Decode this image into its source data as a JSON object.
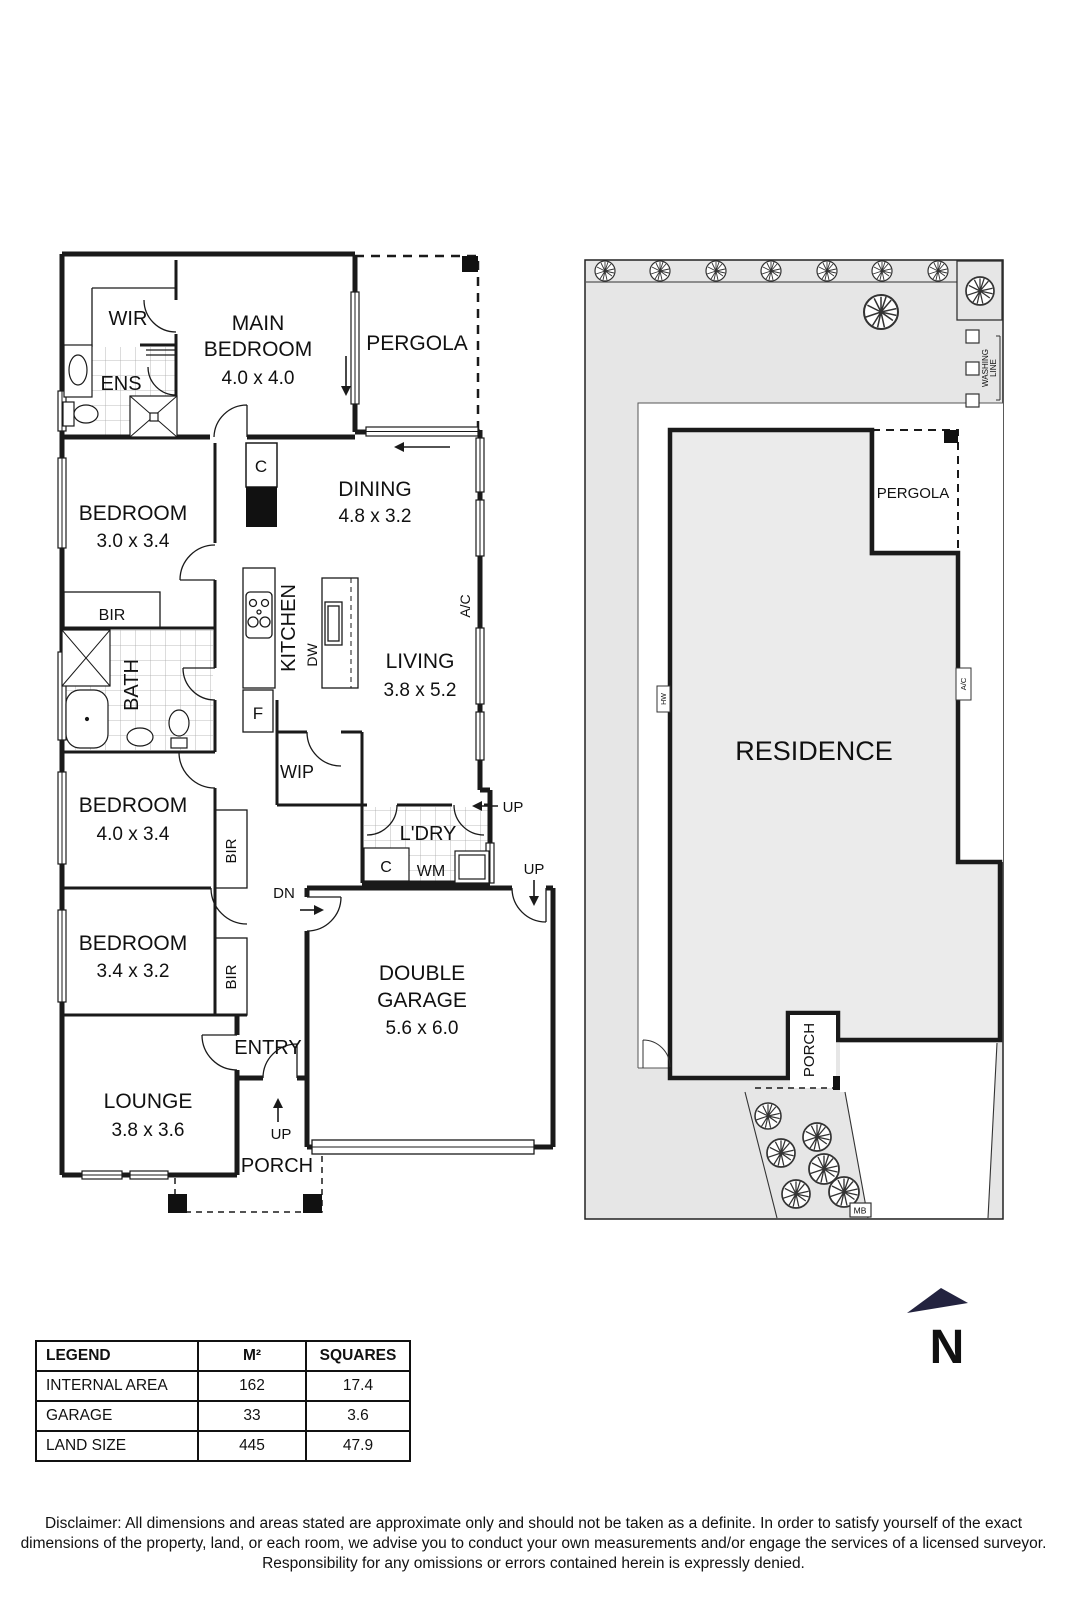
{
  "floorplan": {
    "rooms": {
      "wir": {
        "label": "WIR"
      },
      "ens": {
        "label": "ENS"
      },
      "main_bedroom": {
        "lines": [
          "MAIN",
          "BEDROOM"
        ],
        "dims": "4.0 x 4.0"
      },
      "pergola": {
        "label": "PERGOLA"
      },
      "bedroom2": {
        "label": "BEDROOM",
        "dims": "3.0 x 3.4"
      },
      "dining": {
        "label": "DINING",
        "dims": "4.8 x 3.2"
      },
      "bath": {
        "label": "BATH"
      },
      "kitchen": {
        "label": "KITCHEN"
      },
      "living": {
        "label": "LIVING",
        "dims": "3.8 x 5.2"
      },
      "wip": {
        "label": "WIP"
      },
      "bedroom3": {
        "label": "BEDROOM",
        "dims": "4.0 x 3.4"
      },
      "laundry": {
        "label": "L'DRY"
      },
      "bedroom4": {
        "label": "BEDROOM",
        "dims": "3.4 x 3.2"
      },
      "garage": {
        "lines": [
          "DOUBLE",
          "GARAGE"
        ],
        "dims": "5.6 x 6.0"
      },
      "entry": {
        "label": "ENTRY"
      },
      "lounge": {
        "label": "LOUNGE",
        "dims": "3.8 x 3.6"
      },
      "porch": {
        "label": "PORCH"
      }
    },
    "fixtures": {
      "bir1": "BIR",
      "bir2": "BIR",
      "bir3": "BIR",
      "closet1": "C",
      "closet2": "C",
      "fridge": "F",
      "dishwasher": "DW",
      "washing_machine": "WM",
      "ac": "A/C"
    },
    "stairs": {
      "up1": "UP",
      "up2": "UP",
      "up3": "UP",
      "down": "DN"
    }
  },
  "siteplan": {
    "residence": "RESIDENCE",
    "pergola": "PERGOLA",
    "porch": "PORCH",
    "washing_line_lines": [
      "WASHING",
      "LINE"
    ],
    "ac": "A/C",
    "hw": "HW",
    "mailbox": "MB"
  },
  "north": {
    "label": "N"
  },
  "legend": {
    "headers": [
      "LEGEND",
      "M²",
      "SQUARES"
    ],
    "rows": [
      {
        "name": "INTERNAL AREA",
        "m2": "162",
        "squares": "17.4"
      },
      {
        "name": "GARAGE",
        "m2": "33",
        "squares": "3.6"
      },
      {
        "name": "LAND SIZE",
        "m2": "445",
        "squares": "47.9"
      }
    ]
  },
  "disclaimer": "Disclaimer: All dimensions and areas stated are approximate only and should not be taken as a definite. In order to satisfy yourself of the exact dimensions of the property, land, or each room, we advise you to conduct your own measurements and/or engage the services of a licensed surveyor. Responsibility for any omissions or errors contained herein is expressly denied."
}
